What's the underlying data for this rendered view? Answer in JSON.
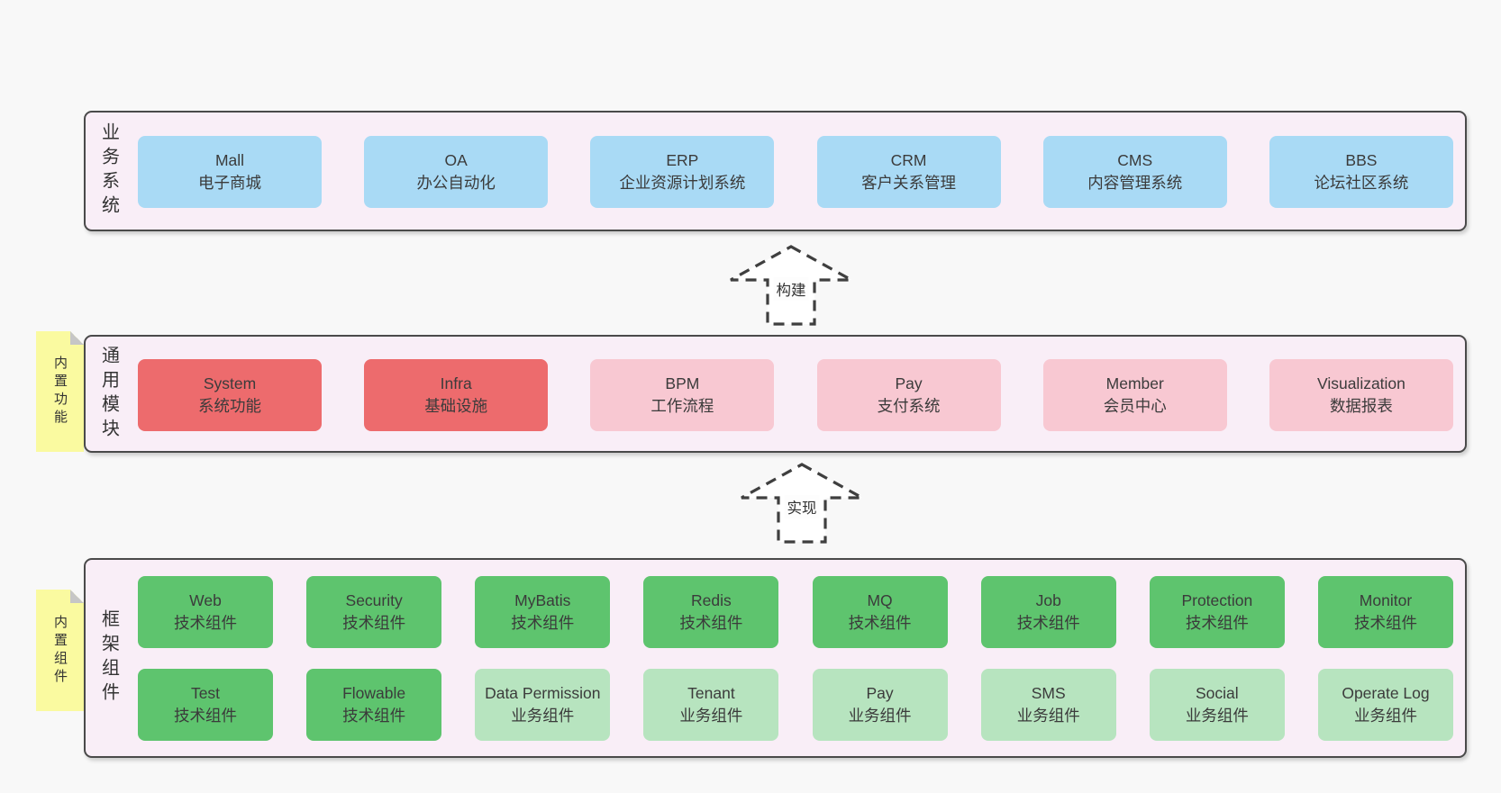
{
  "diagram": {
    "layers": [
      {
        "label": "业务系统",
        "boxes": [
          {
            "name": "Mall",
            "desc": "电子商城",
            "type": "business-system"
          },
          {
            "name": "OA",
            "desc": "办公自动化",
            "type": "business-system"
          },
          {
            "name": "ERP",
            "desc": "企业资源计划系统",
            "type": "business-system"
          },
          {
            "name": "CRM",
            "desc": "客户关系管理",
            "type": "business-system"
          },
          {
            "name": "CMS",
            "desc": "内容管理系统",
            "type": "business-system"
          },
          {
            "name": "BBS",
            "desc": "论坛社区系统",
            "type": "business-system"
          }
        ]
      },
      {
        "label": "通用模块",
        "note": "内置功能",
        "boxes": [
          {
            "name": "System",
            "desc": "系统功能",
            "type": "core-module"
          },
          {
            "name": "Infra",
            "desc": "基础设施",
            "type": "core-module"
          },
          {
            "name": "BPM",
            "desc": "工作流程",
            "type": "optional-module"
          },
          {
            "name": "Pay",
            "desc": "支付系统",
            "type": "optional-module"
          },
          {
            "name": "Member",
            "desc": "会员中心",
            "type": "optional-module"
          },
          {
            "name": "Visualization",
            "desc": "数据报表",
            "type": "optional-module"
          }
        ]
      },
      {
        "label": "框架组件",
        "note": "内置组件",
        "rows": [
          [
            {
              "name": "Web",
              "desc": "技术组件",
              "type": "tech-component"
            },
            {
              "name": "Security",
              "desc": "技术组件",
              "type": "tech-component"
            },
            {
              "name": "MyBatis",
              "desc": "技术组件",
              "type": "tech-component"
            },
            {
              "name": "Redis",
              "desc": "技术组件",
              "type": "tech-component"
            },
            {
              "name": "MQ",
              "desc": "技术组件",
              "type": "tech-component"
            },
            {
              "name": "Job",
              "desc": "技术组件",
              "type": "tech-component"
            },
            {
              "name": "Protection",
              "desc": "技术组件",
              "type": "tech-component"
            },
            {
              "name": "Monitor",
              "desc": "技术组件",
              "type": "tech-component"
            }
          ],
          [
            {
              "name": "Test",
              "desc": "技术组件",
              "type": "tech-component"
            },
            {
              "name": "Flowable",
              "desc": "技术组件",
              "type": "tech-component"
            },
            {
              "name": "Data Permission",
              "desc": "业务组件",
              "type": "business-component"
            },
            {
              "name": "Tenant",
              "desc": "业务组件",
              "type": "business-component"
            },
            {
              "name": "Pay",
              "desc": "业务组件",
              "type": "business-component"
            },
            {
              "name": "SMS",
              "desc": "业务组件",
              "type": "business-component"
            },
            {
              "name": "Social",
              "desc": "业务组件",
              "type": "business-component"
            },
            {
              "name": "Operate Log",
              "desc": "业务组件",
              "type": "business-component"
            }
          ]
        ]
      }
    ],
    "arrows": [
      {
        "label": "构建"
      },
      {
        "label": "实现"
      }
    ],
    "colors": {
      "business_system_box": "#a9daf5",
      "core_module_box": "#ed6b6d",
      "optional_module_box": "#f8c8d2",
      "tech_component_box": "#5ec46e",
      "business_component_box": "#b7e4bf",
      "sticky_note": "#fafaa0",
      "sticky_note_fold": "#c6c6c6",
      "layer_background": "#f9eef7",
      "layer_border": "#4a4a4a",
      "page_background": "#f8f8f8",
      "text": "#3b3b3b"
    }
  }
}
